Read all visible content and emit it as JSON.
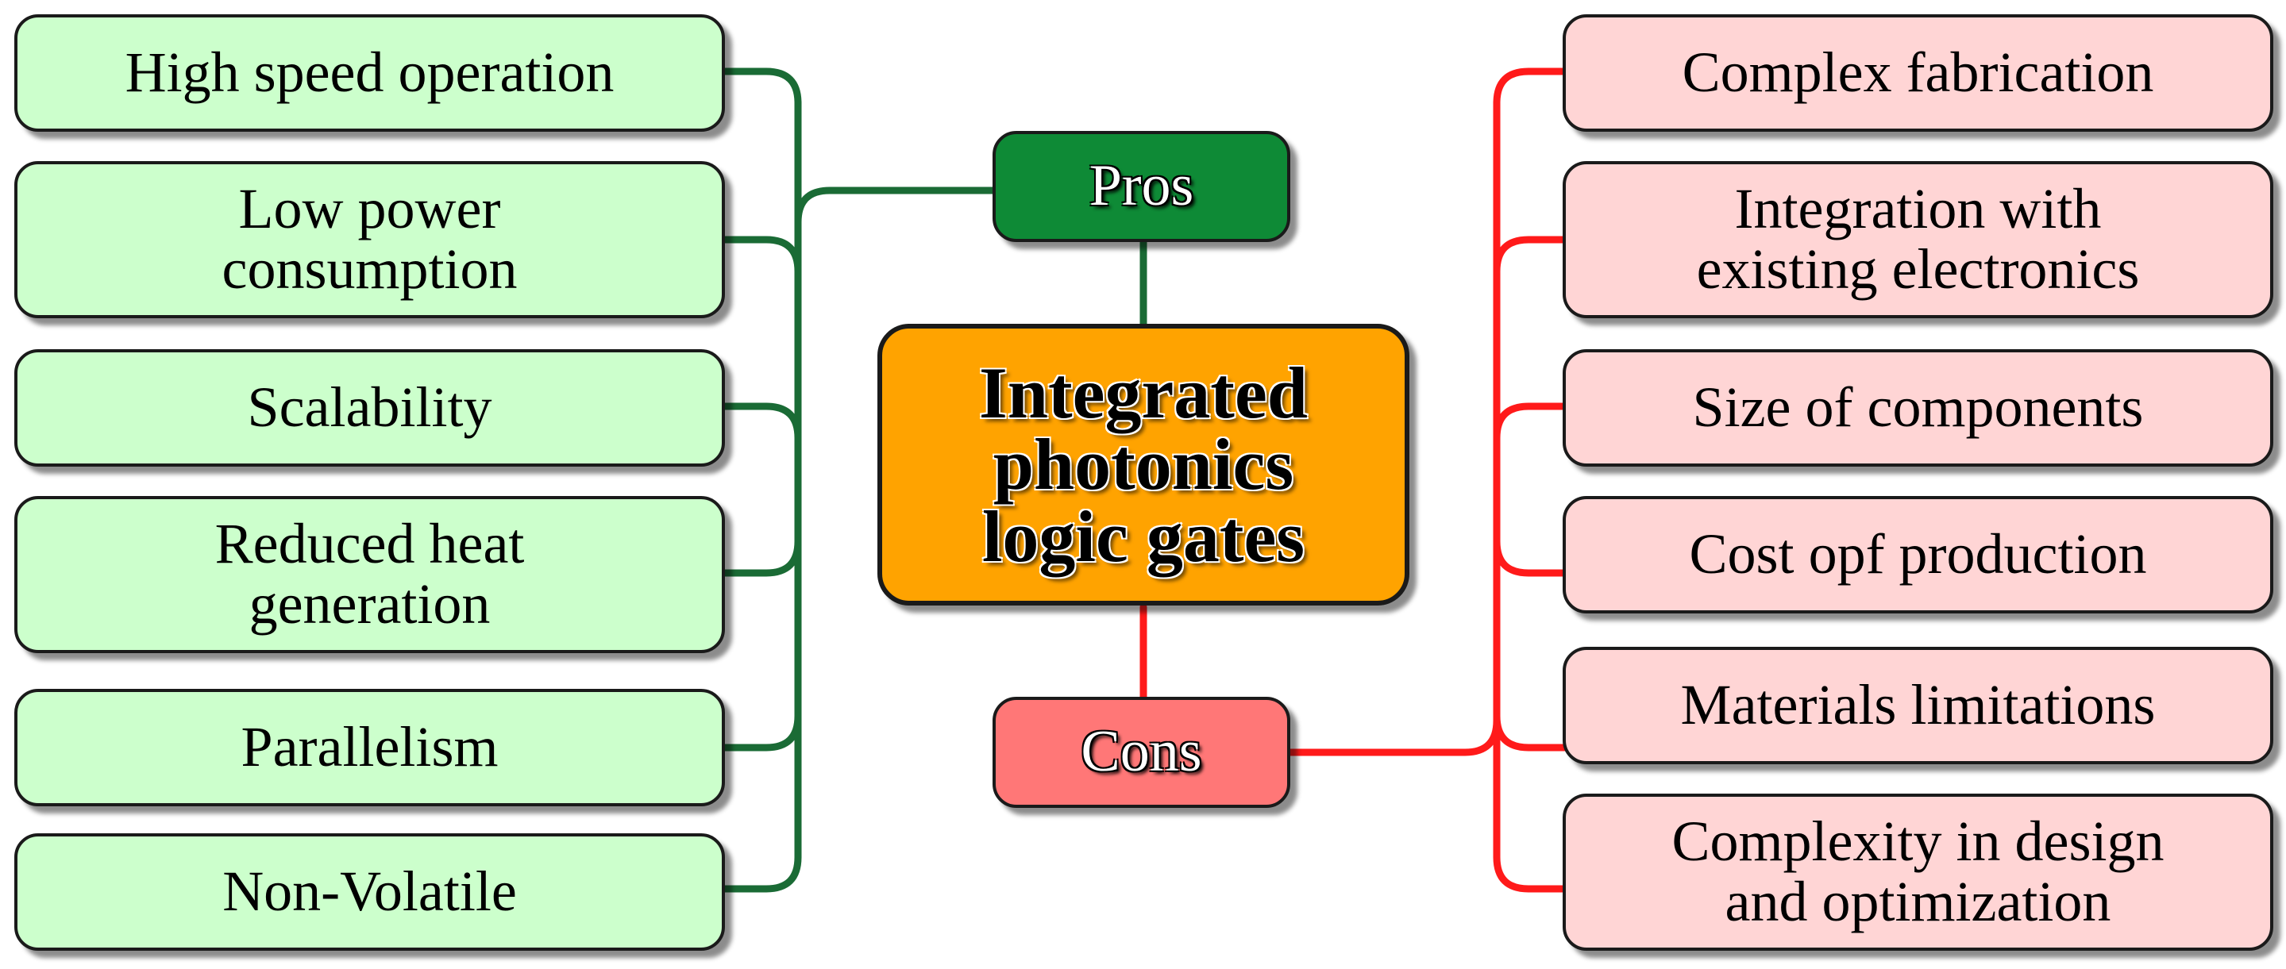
{
  "center": {
    "lines": [
      "Integrated",
      "photonics",
      "logic gates"
    ]
  },
  "pros": {
    "label": "Pros",
    "items": [
      [
        "High speed operation"
      ],
      [
        "Low power",
        "consumption"
      ],
      [
        "Scalability"
      ],
      [
        "Reduced heat",
        "generation"
      ],
      [
        "Parallelism"
      ],
      [
        "Non-Volatile"
      ]
    ]
  },
  "cons": {
    "label": "Cons",
    "items": [
      [
        "Complex fabrication"
      ],
      [
        "Integration with",
        "existing electronics"
      ],
      [
        "Size of components"
      ],
      [
        "Cost opf production"
      ],
      [
        "Materials limitations"
      ],
      [
        "Complexity in design",
        "and optimization"
      ]
    ]
  },
  "colors": {
    "pros_connector": "#1a6b35",
    "cons_connector": "#ff1a1a",
    "pros_hub": "#0e8a36",
    "cons_hub": "#ff7777",
    "center": "#ffa300",
    "pro_box": "#ccffcc",
    "con_box": "#ffd5d5"
  }
}
